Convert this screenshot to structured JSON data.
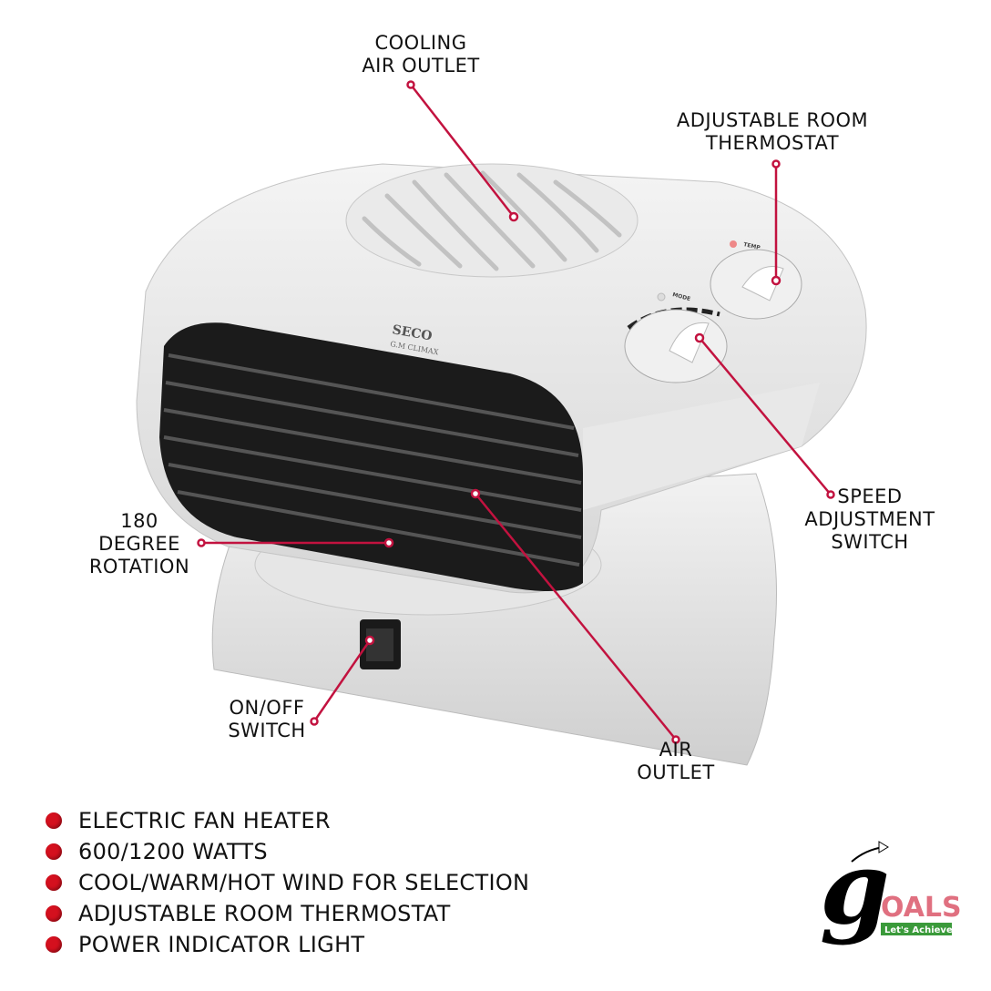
{
  "callouts": {
    "cooling_air_outlet": [
      "COOLING",
      "AIR OUTLET"
    ],
    "adjustable_room_thermostat": [
      "ADJUSTABLE ROOM",
      "THERMOSTAT"
    ],
    "speed_adjustment_switch": [
      "SPEED",
      "ADJUSTMENT",
      "SWITCH"
    ],
    "rotation": [
      "180",
      "DEGREE",
      "ROTATION"
    ],
    "on_off_switch": [
      "ON/OFF",
      "SWITCH"
    ],
    "air_outlet": [
      "AIR",
      "OUTLET"
    ]
  },
  "product": {
    "brand": "SECO",
    "model": "G.M CLIMAX",
    "mode_label": "MODE",
    "temp_label": "TEMP"
  },
  "features": [
    "ELECTRIC FAN HEATER",
    "600/1200 WATTS",
    "COOL/WARM/HOT WIND FOR SELECTION",
    "ADJUSTABLE ROOM THERMOSTAT",
    "POWER INDICATOR LIGHT"
  ],
  "logo": {
    "text": "GOALS",
    "tagline": "Let's Achieve!"
  },
  "colors": {
    "callout": "#c2123f",
    "bullet": "#d4101e"
  }
}
